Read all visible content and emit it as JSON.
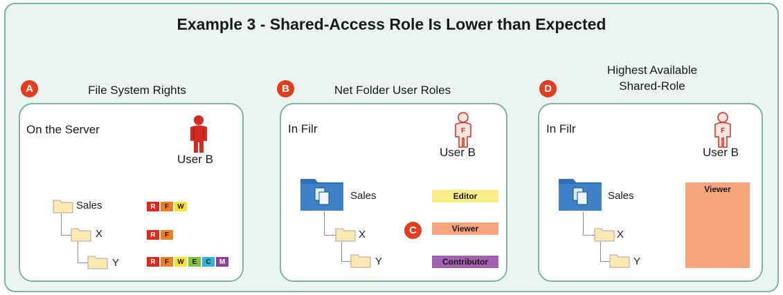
{
  "title": "Example 3 - Shared-Access Role Is Lower than Expected",
  "panels": [
    {
      "badge": "A",
      "heading": "File System Rights",
      "location": "On the Server",
      "user": "User B",
      "folders": [
        "Sales",
        "X",
        "Y"
      ],
      "rights": [
        [
          "R",
          "F",
          "W"
        ],
        [
          "R",
          "F"
        ],
        [
          "R",
          "F",
          "W",
          "E",
          "C",
          "M"
        ]
      ]
    },
    {
      "badge": "B",
      "heading": "Net Folder User Roles",
      "location": "In Filr",
      "user": "User B",
      "folders": [
        "Sales",
        "X",
        "Y"
      ],
      "roles": [
        "Editor",
        "Viewer",
        "Contributor"
      ],
      "callout_badge": "C"
    },
    {
      "badge": "D",
      "heading_line1": "Highest Available",
      "heading_line2": "Shared-Role",
      "location": "In Filr",
      "user": "User B",
      "folders": [
        "Sales",
        "X",
        "Y"
      ],
      "role": "Viewer"
    }
  ],
  "colors": {
    "R": "#e0281c",
    "F": "#f07d1e",
    "W": "#f7e12a",
    "E": "#7fc241",
    "C": "#2fb3e0",
    "M": "#8e3f9a",
    "editor": "#fbec86",
    "viewer": "#f6a47e",
    "contributor": "#a35fb0"
  }
}
